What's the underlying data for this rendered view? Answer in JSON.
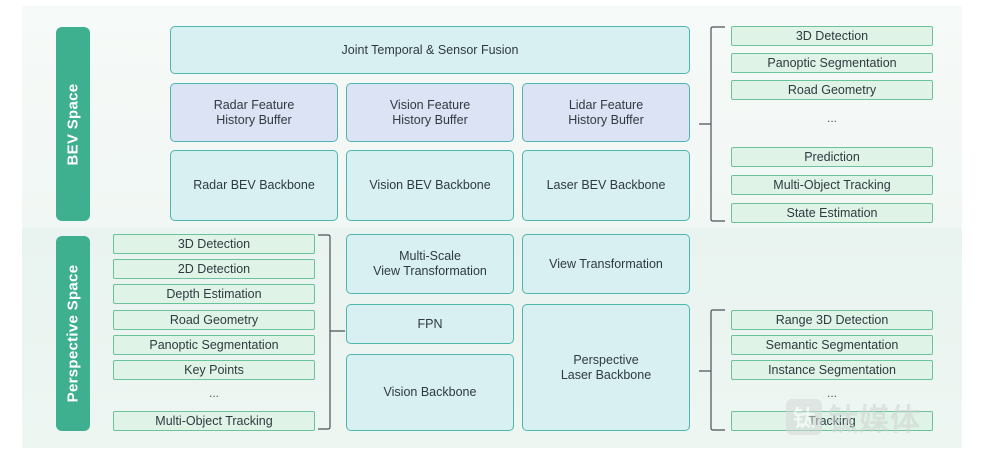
{
  "sections": {
    "bev": "BEV Space",
    "perspective": "Perspective Space"
  },
  "bev": {
    "fusion": "Joint Temporal & Sensor Fusion",
    "buffers": [
      "Radar Feature\nHistory Buffer",
      "Vision Feature\nHistory Buffer",
      "Lidar Feature\nHistory Buffer"
    ],
    "backbones": [
      "Radar BEV Backbone",
      "Vision BEV Backbone",
      "Laser BEV Backbone"
    ],
    "tasks": [
      "3D Detection",
      "Panoptic Segmentation",
      "Road Geometry",
      "...",
      "Prediction",
      "Multi-Object Tracking",
      "State Estimation"
    ]
  },
  "perspective": {
    "tasks": [
      "3D Detection",
      "2D Detection",
      "Depth Estimation",
      "Road Geometry",
      "Panoptic Segmentation",
      "Key Points",
      "...",
      "Multi-Object Tracking"
    ],
    "multiscale": "Multi-Scale\nView Transformation",
    "view_transform": "View Transformation",
    "fpn": "FPN",
    "vision_backbone": "Vision Backbone",
    "laser_backbone": "Perspective\nLaser Backbone",
    "laser_tasks": [
      "Range 3D Detection",
      "Semantic Segmentation",
      "Instance Segmentation",
      "...",
      "Tracking"
    ]
  },
  "watermark": {
    "logo_char": "钛",
    "text": "钛媒体"
  }
}
